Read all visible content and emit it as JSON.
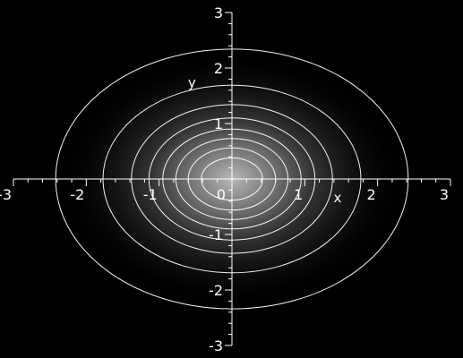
{
  "chart_data": {
    "type": "contour",
    "title": "",
    "xlabel": "x",
    "ylabel": "y",
    "xlim": [
      -3,
      3
    ],
    "ylim": [
      -3,
      3
    ],
    "xticks": [
      -3,
      -2,
      -1,
      0,
      1,
      2,
      3
    ],
    "yticks": [
      -3,
      -2,
      -1,
      1,
      2,
      3
    ],
    "xtick_labels": [
      "-3",
      "-2",
      "-1",
      "0",
      "1",
      "2",
      "3"
    ],
    "ytick_labels": [
      "-3",
      "-2",
      "-1",
      "1",
      "2",
      "3"
    ],
    "origin_label": "0",
    "grid": false,
    "background_color": "#000000",
    "line_color": "#ffffff",
    "glow_color": "#d8d8d8",
    "center": [
      0,
      0
    ],
    "contours": [
      {
        "rx": 2.42,
        "ry": 2.34
      },
      {
        "rx": 1.77,
        "ry": 1.69
      },
      {
        "rx": 1.38,
        "ry": 1.34
      },
      {
        "rx": 1.14,
        "ry": 1.1
      },
      {
        "rx": 0.95,
        "ry": 0.9
      },
      {
        "rx": 0.77,
        "ry": 0.73
      },
      {
        "rx": 0.6,
        "ry": 0.56
      },
      {
        "rx": 0.42,
        "ry": 0.38
      }
    ]
  }
}
